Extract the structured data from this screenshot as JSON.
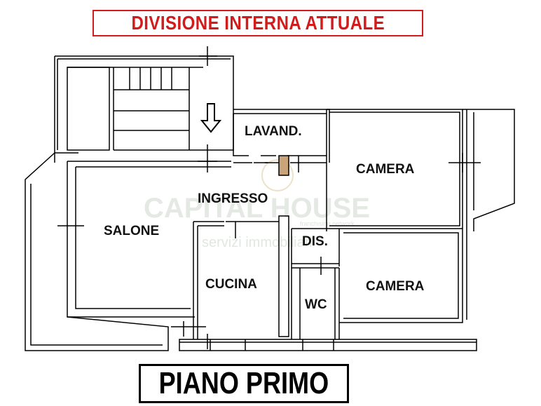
{
  "header": {
    "title": "DIVISIONE  INTERNA  ATTUALE"
  },
  "rooms": {
    "lavanderia": "LAVAND.",
    "camera_top": "CAMERA",
    "ingresso": "INGRESSO",
    "salone": "SALONE",
    "disimpegno": "DIS.",
    "cucina": "CUCINA",
    "wc": "WC",
    "camera_bottom": "CAMERA"
  },
  "watermark": {
    "brand": "CAPITAL HOUSE",
    "tagline": "servizi immobiliari",
    "small": "franchising network"
  },
  "footer": {
    "floor_label": "PIANO PRIMO"
  },
  "colors": {
    "title_red": "#d21b1b",
    "ink": "#000000",
    "watermark": "#cfd8cf"
  }
}
